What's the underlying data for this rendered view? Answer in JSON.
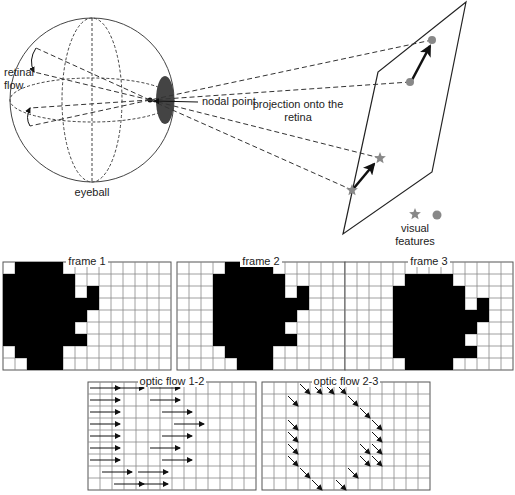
{
  "diagram": {
    "labels": [
      "retinal flow",
      "nodal point",
      "eyeball",
      "projection onto the retina",
      "visual features",
      "frame 1",
      "frame 2",
      "frame 3",
      "optic flow 1-2",
      "optic flow 2-3"
    ]
  }
}
